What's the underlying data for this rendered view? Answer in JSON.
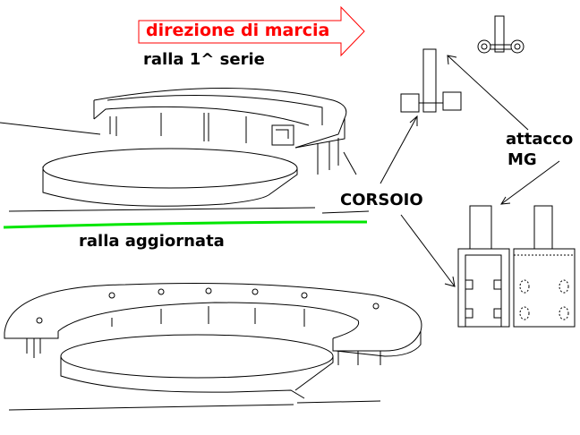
{
  "arrow_label": "direzione di marcia",
  "labels": {
    "ralla_1_serie": "ralla 1^ serie",
    "ralla_aggiornata": "ralla aggiornata",
    "corsoio": "CORSOIO",
    "attacco_mg_line1": "attacco",
    "attacco_mg_line2": "MG"
  },
  "colors": {
    "arrow_text": "#ff0000",
    "separator": "#00e600",
    "ink": "#000000"
  }
}
